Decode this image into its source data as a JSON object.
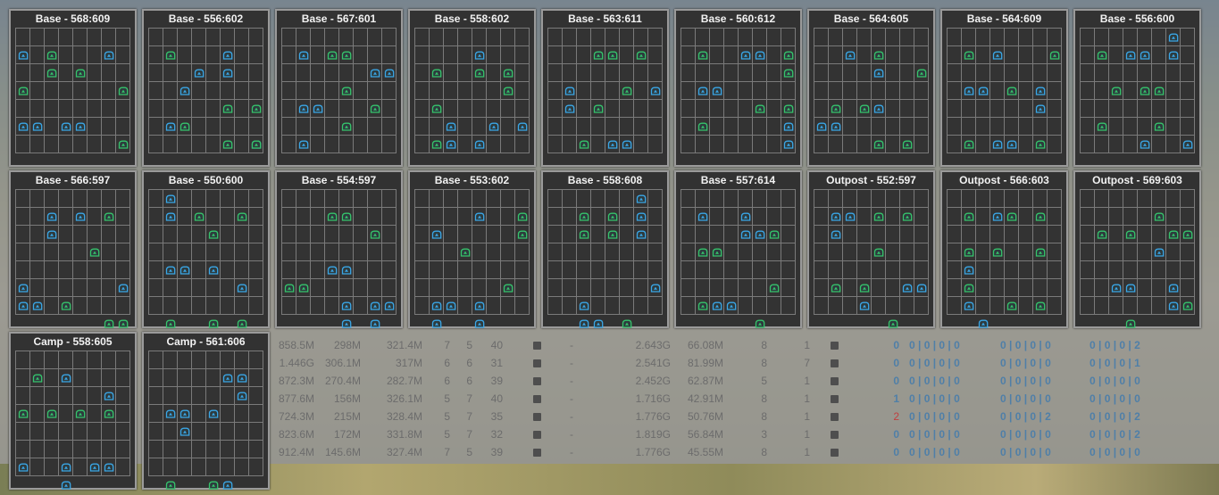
{
  "panels": [
    {
      "title": "Base - 568:609",
      "blue": [
        [
          0,
          1
        ],
        [
          6,
          1
        ],
        [
          0,
          5
        ],
        [
          1,
          5
        ],
        [
          3,
          5
        ],
        [
          4,
          5
        ]
      ],
      "green": [
        [
          2,
          1
        ],
        [
          2,
          2
        ],
        [
          4,
          2
        ],
        [
          0,
          3
        ],
        [
          7,
          3
        ],
        [
          7,
          6
        ]
      ]
    },
    {
      "title": "Base - 556:602",
      "blue": [
        [
          5,
          2
        ],
        [
          1,
          5
        ],
        [
          3,
          2
        ],
        [
          5,
          1
        ],
        [
          2,
          3
        ],
        [
          7,
          6
        ]
      ],
      "green": [
        [
          1,
          1
        ],
        [
          5,
          4
        ],
        [
          7,
          4
        ],
        [
          2,
          5
        ],
        [
          5,
          6
        ],
        [
          7,
          6
        ]
      ]
    },
    {
      "title": "Base - 567:601",
      "blue": [
        [
          1,
          1
        ],
        [
          6,
          2
        ],
        [
          7,
          2
        ],
        [
          1,
          4
        ],
        [
          2,
          4
        ],
        [
          1,
          6
        ]
      ],
      "green": [
        [
          3,
          1
        ],
        [
          4,
          1
        ],
        [
          4,
          3
        ],
        [
          6,
          4
        ],
        [
          4,
          5
        ]
      ]
    },
    {
      "title": "Base - 558:602",
      "blue": [
        [
          4,
          1
        ],
        [
          2,
          5
        ],
        [
          5,
          5
        ],
        [
          4,
          6
        ],
        [
          2,
          6
        ],
        [
          7,
          5
        ]
      ],
      "green": [
        [
          1,
          2
        ],
        [
          4,
          2
        ],
        [
          6,
          2
        ],
        [
          6,
          3
        ],
        [
          1,
          4
        ],
        [
          1,
          6
        ]
      ]
    },
    {
      "title": "Base - 563:611",
      "blue": [
        [
          1,
          3
        ],
        [
          1,
          4
        ],
        [
          5,
          6
        ],
        [
          7,
          3
        ],
        [
          4,
          6
        ]
      ],
      "green": [
        [
          3,
          1
        ],
        [
          4,
          1
        ],
        [
          6,
          1
        ],
        [
          3,
          4
        ],
        [
          5,
          3
        ],
        [
          2,
          6
        ]
      ]
    },
    {
      "title": "Base - 560:612",
      "blue": [
        [
          4,
          1
        ],
        [
          5,
          1
        ],
        [
          1,
          3
        ],
        [
          2,
          3
        ],
        [
          7,
          5
        ],
        [
          7,
          6
        ]
      ],
      "green": [
        [
          1,
          1
        ],
        [
          7,
          1
        ],
        [
          7,
          2
        ],
        [
          5,
          4
        ],
        [
          1,
          5
        ],
        [
          7,
          4
        ]
      ]
    },
    {
      "title": "Base - 564:605",
      "blue": [
        [
          2,
          1
        ],
        [
          4,
          2
        ],
        [
          0,
          5
        ],
        [
          1,
          5
        ],
        [
          4,
          4
        ]
      ],
      "green": [
        [
          4,
          1
        ],
        [
          7,
          2
        ],
        [
          1,
          4
        ],
        [
          3,
          4
        ],
        [
          4,
          6
        ],
        [
          6,
          6
        ]
      ]
    },
    {
      "title": "Base - 564:609",
      "blue": [
        [
          3,
          1
        ],
        [
          1,
          3
        ],
        [
          2,
          3
        ],
        [
          6,
          3
        ],
        [
          6,
          4
        ],
        [
          3,
          6
        ],
        [
          4,
          6
        ]
      ],
      "green": [
        [
          1,
          1
        ],
        [
          7,
          1
        ],
        [
          4,
          3
        ],
        [
          1,
          6
        ],
        [
          6,
          6
        ]
      ]
    },
    {
      "title": "Base - 556:600",
      "blue": [
        [
          6,
          0
        ],
        [
          3,
          1
        ],
        [
          4,
          1
        ],
        [
          6,
          1
        ],
        [
          4,
          6
        ],
        [
          7,
          6
        ]
      ],
      "green": [
        [
          1,
          1
        ],
        [
          2,
          3
        ],
        [
          4,
          3
        ],
        [
          5,
          3
        ],
        [
          1,
          5
        ],
        [
          5,
          5
        ]
      ]
    },
    {
      "title": "Base - 566:597",
      "blue": [
        [
          2,
          1
        ],
        [
          4,
          1
        ],
        [
          2,
          2
        ],
        [
          0,
          5
        ],
        [
          7,
          5
        ],
        [
          0,
          6
        ],
        [
          1,
          6
        ]
      ],
      "green": [
        [
          6,
          1
        ],
        [
          5,
          3
        ],
        [
          3,
          6
        ],
        [
          6,
          7
        ],
        [
          7,
          7
        ]
      ]
    },
    {
      "title": "Base - 550:600",
      "blue": [
        [
          1,
          0
        ],
        [
          1,
          1
        ],
        [
          1,
          4
        ],
        [
          2,
          4
        ],
        [
          4,
          4
        ],
        [
          6,
          5
        ]
      ],
      "green": [
        [
          3,
          1
        ],
        [
          6,
          1
        ],
        [
          4,
          2
        ],
        [
          1,
          7
        ],
        [
          4,
          7
        ],
        [
          6,
          7
        ]
      ]
    },
    {
      "title": "Base - 554:597",
      "blue": [
        [
          3,
          4
        ],
        [
          4,
          4
        ],
        [
          4,
          6
        ],
        [
          6,
          6
        ],
        [
          7,
          6
        ],
        [
          4,
          7
        ],
        [
          6,
          7
        ]
      ],
      "green": [
        [
          3,
          1
        ],
        [
          4,
          1
        ],
        [
          6,
          2
        ],
        [
          0,
          5
        ],
        [
          1,
          5
        ]
      ]
    },
    {
      "title": "Base - 553:602",
      "blue": [
        [
          4,
          1
        ],
        [
          1,
          2
        ],
        [
          1,
          6
        ],
        [
          2,
          6
        ],
        [
          4,
          6
        ],
        [
          4,
          7
        ],
        [
          1,
          7
        ]
      ],
      "green": [
        [
          7,
          1
        ],
        [
          7,
          2
        ],
        [
          3,
          3
        ],
        [
          6,
          5
        ]
      ]
    },
    {
      "title": "Base - 558:608",
      "blue": [
        [
          6,
          0
        ],
        [
          6,
          1
        ],
        [
          6,
          2
        ],
        [
          7,
          5
        ],
        [
          2,
          6
        ],
        [
          2,
          7
        ],
        [
          3,
          7
        ]
      ],
      "green": [
        [
          2,
          1
        ],
        [
          4,
          1
        ],
        [
          2,
          2
        ],
        [
          4,
          2
        ],
        [
          5,
          7
        ]
      ]
    },
    {
      "title": "Base - 557:614",
      "blue": [
        [
          1,
          1
        ],
        [
          4,
          1
        ],
        [
          4,
          2
        ],
        [
          5,
          2
        ],
        [
          2,
          6
        ],
        [
          3,
          6
        ]
      ],
      "green": [
        [
          6,
          2
        ],
        [
          1,
          3
        ],
        [
          2,
          3
        ],
        [
          6,
          5
        ],
        [
          1,
          6
        ],
        [
          5,
          7
        ]
      ]
    },
    {
      "title": "Outpost - 552:597",
      "blue": [
        [
          1,
          1
        ],
        [
          2,
          1
        ],
        [
          1,
          2
        ],
        [
          6,
          5
        ],
        [
          7,
          5
        ],
        [
          3,
          6
        ]
      ],
      "green": [
        [
          4,
          1
        ],
        [
          6,
          1
        ],
        [
          4,
          3
        ],
        [
          1,
          5
        ],
        [
          3,
          5
        ],
        [
          5,
          7
        ]
      ]
    },
    {
      "title": "Outpost - 566:603",
      "blue": [
        [
          3,
          1
        ],
        [
          1,
          4
        ],
        [
          1,
          6
        ],
        [
          2,
          7
        ]
      ],
      "green": [
        [
          1,
          1
        ],
        [
          4,
          1
        ],
        [
          6,
          1
        ],
        [
          1,
          3
        ],
        [
          3,
          3
        ],
        [
          6,
          3
        ],
        [
          1,
          5
        ],
        [
          4,
          6
        ],
        [
          6,
          6
        ]
      ]
    },
    {
      "title": "Outpost - 569:603",
      "blue": [
        [
          5,
          3
        ],
        [
          2,
          5
        ],
        [
          3,
          5
        ],
        [
          6,
          5
        ],
        [
          6,
          6
        ]
      ],
      "green": [
        [
          5,
          1
        ],
        [
          1,
          2
        ],
        [
          3,
          2
        ],
        [
          6,
          2
        ],
        [
          7,
          2
        ],
        [
          7,
          6
        ],
        [
          3,
          7
        ]
      ]
    },
    {
      "title": "Camp - 558:605",
      "blue": [
        [
          3,
          1
        ],
        [
          6,
          2
        ],
        [
          0,
          6
        ],
        [
          3,
          6
        ],
        [
          5,
          6
        ],
        [
          6,
          6
        ],
        [
          3,
          7
        ]
      ],
      "green": [
        [
          1,
          1
        ],
        [
          0,
          3
        ],
        [
          2,
          3
        ],
        [
          4,
          3
        ],
        [
          6,
          3
        ]
      ]
    },
    {
      "title": "Camp - 561:606",
      "blue": [
        [
          5,
          1
        ],
        [
          6,
          1
        ],
        [
          6,
          2
        ],
        [
          1,
          3
        ],
        [
          2,
          3
        ],
        [
          4,
          3
        ],
        [
          2,
          4
        ],
        [
          5,
          7
        ]
      ],
      "green": [
        [
          1,
          7
        ],
        [
          4,
          7
        ]
      ]
    }
  ],
  "table_rows": [
    {
      "c1": "858.5M",
      "c2": "298M",
      "c3": "321.4M",
      "c4": "7",
      "c5": "5",
      "c6": "40",
      "c7": "-",
      "c8": "2.643G",
      "c9": "66.08M",
      "c10": "8",
      "c11": "1",
      "c12": "0",
      "c13": "0 | 0 | 0 | 0",
      "c14": "0 | 0 | 0 | 0",
      "c15": "0 | 0 | 0 | 2"
    },
    {
      "c1": "1.446G",
      "c2": "306.1M",
      "c3": "317M",
      "c4": "6",
      "c5": "6",
      "c6": "31",
      "c7": "-",
      "c8": "2.541G",
      "c9": "81.99M",
      "c10": "8",
      "c11": "7",
      "c12": "0",
      "c13": "0 | 0 | 0 | 0",
      "c14": "0 | 0 | 0 | 0",
      "c15": "0 | 0 | 0 | 1"
    },
    {
      "c1": "872.3M",
      "c2": "270.4M",
      "c3": "282.7M",
      "c4": "6",
      "c5": "6",
      "c6": "39",
      "c7": "-",
      "c8": "2.452G",
      "c9": "62.87M",
      "c10": "5",
      "c11": "1",
      "c12": "0",
      "c13": "0 | 0 | 0 | 0",
      "c14": "0 | 0 | 0 | 0",
      "c15": "0 | 0 | 0 | 0"
    },
    {
      "c1": "877.6M",
      "c2": "156M",
      "c3": "326.1M",
      "c4": "5",
      "c5": "7",
      "c6": "40",
      "c7": "-",
      "c8": "1.716G",
      "c9": "42.91M",
      "c10": "8",
      "c11": "1",
      "c12": "1",
      "c13": "0 | 0 | 0 | 0",
      "c14": "0 | 0 | 0 | 0",
      "c15": "0 | 0 | 0 | 0"
    },
    {
      "c1": "724.3M",
      "c2": "215M",
      "c3": "328.4M",
      "c4": "5",
      "c5": "7",
      "c6": "35",
      "c7": "-",
      "c8": "1.776G",
      "c9": "50.76M",
      "c10": "8",
      "c11": "1",
      "c12": "2",
      "c13": "0 | 0 | 0 | 0",
      "c14": "0 | 0 | 0 | 2",
      "c15": "0 | 0 | 0 | 2"
    },
    {
      "c1": "823.6M",
      "c2": "172M",
      "c3": "331.8M",
      "c4": "5",
      "c5": "7",
      "c6": "32",
      "c7": "-",
      "c8": "1.819G",
      "c9": "56.84M",
      "c10": "3",
      "c11": "1",
      "c12": "0",
      "c13": "0 | 0 | 0 | 0",
      "c14": "0 | 0 | 0 | 0",
      "c15": "0 | 0 | 0 | 2"
    },
    {
      "c1": "912.4M",
      "c2": "145.6M",
      "c3": "327.4M",
      "c4": "7",
      "c5": "5",
      "c6": "39",
      "c7": "-",
      "c8": "1.776G",
      "c9": "45.55M",
      "c10": "8",
      "c11": "1",
      "c12": "0",
      "c13": "0 | 0 | 0 | 0",
      "c14": "0 | 0 | 0 | 0",
      "c15": "0 | 0 | 0 | 0"
    }
  ],
  "colors": {
    "blue_marker": "#3aa6e6",
    "green_marker": "#35c36b",
    "alert": "#c04040"
  },
  "icons": {
    "blue": "blue-resource-icon",
    "green": "green-resource-icon"
  }
}
